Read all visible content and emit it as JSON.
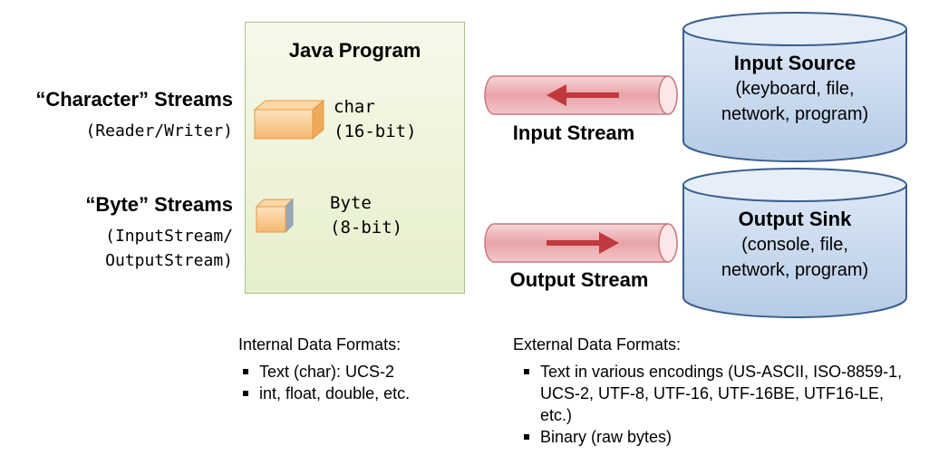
{
  "streams_left": {
    "character": {
      "title": "“Character” Streams",
      "api": "(Reader/Writer)"
    },
    "byte": {
      "title": "“Byte” Streams",
      "api_line1": "(InputStream/",
      "api_line2": "OutputStream)"
    }
  },
  "program": {
    "title": "Java Program",
    "char_type_line1": "char",
    "char_type_line2": "(16-bit)",
    "byte_type_line1": "Byte",
    "byte_type_line2": "(8-bit)"
  },
  "pipes": {
    "input_label": "Input Stream",
    "output_label": "Output Stream"
  },
  "source": {
    "title": "Input Source",
    "line1": "(keyboard, file,",
    "line2": "network, program)"
  },
  "sink": {
    "title": "Output Sink",
    "line1": "(console, file,",
    "line2": "network, program)"
  },
  "internal_formats": {
    "heading": "Internal Data Formats:",
    "items": [
      "Text (char): UCS-2",
      "int, float, double, etc."
    ]
  },
  "external_formats": {
    "heading": "External Data Formats:",
    "items": [
      "Text in various encodings (US-ASCII, ISO-8859-1, UCS-2, UTF-8, UTF-16, UTF-16BE, UTF16-LE, etc.)",
      "Binary (raw bytes)"
    ]
  },
  "colors": {
    "program_fill": "#e6efcc",
    "program_border": "#a9c18b",
    "pipe_fill": "#e8a3a8",
    "arrow": "#c0393e",
    "cylinder_fill": "#c5d6ed",
    "cylinder_border": "#3b5e8e",
    "box_icon": "#f5b870"
  }
}
